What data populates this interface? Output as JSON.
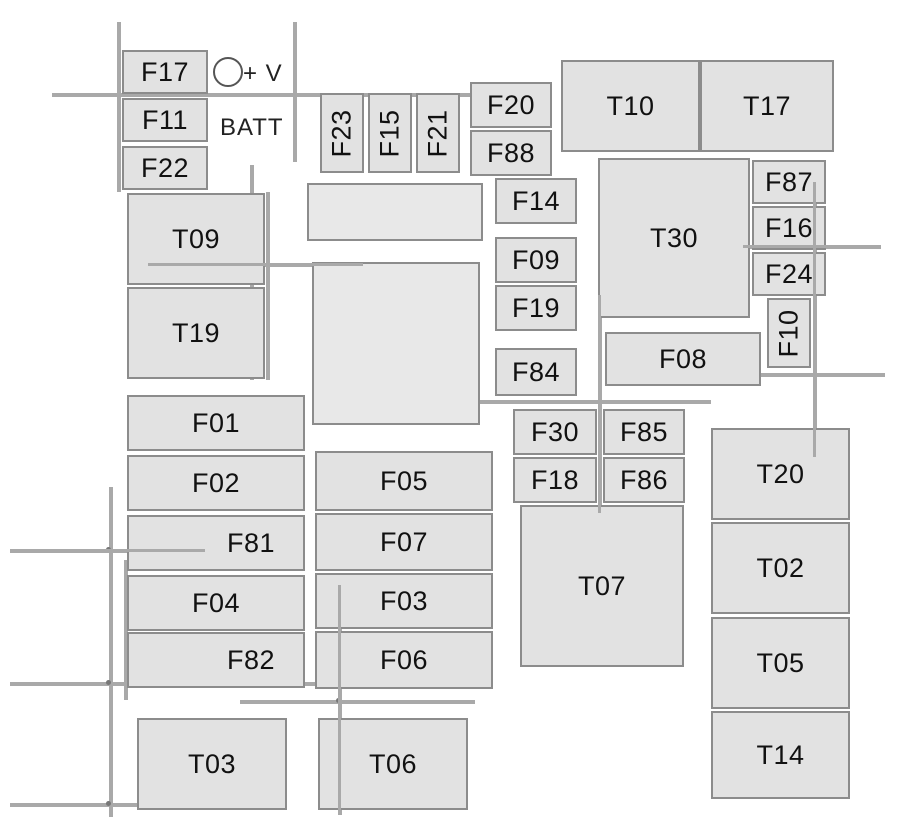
{
  "diagram": {
    "battery": {
      "symbol": "+ V",
      "label": "BATT"
    },
    "fuses_and_relays": {
      "F17": "F17",
      "F11": "F11",
      "F22": "F22",
      "F23": "F23",
      "F15": "F15",
      "F21": "F21",
      "F20": "F20",
      "F88": "F88",
      "F14": "F14",
      "F09": "F09",
      "F19": "F19",
      "F84": "F84",
      "T10": "T10",
      "T17": "T17",
      "T30": "T30",
      "F87": "F87",
      "F16": "F16",
      "F24": "F24",
      "F10": "F10",
      "F08": "F08",
      "T09": "T09",
      "T19": "T19",
      "F01": "F01",
      "F02": "F02",
      "F81": "F81",
      "F04": "F04",
      "F82": "F82",
      "F05": "F05",
      "F07": "F07",
      "F03": "F03",
      "F06": "F06",
      "F30": "F30",
      "F85": "F85",
      "F18": "F18",
      "F86": "F86",
      "T07": "T07",
      "T20": "T20",
      "T02": "T02",
      "T05": "T05",
      "T14": "T14",
      "T03": "T03",
      "T06": "T06"
    }
  }
}
